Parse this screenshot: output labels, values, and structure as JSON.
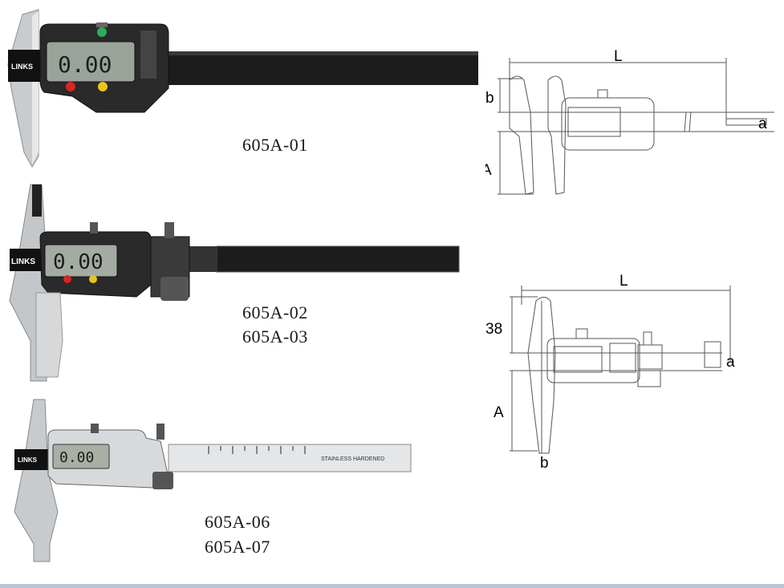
{
  "products": [
    {
      "models": [
        "605A-01"
      ],
      "brand": "LINKS",
      "display": "0.00"
    },
    {
      "models": [
        "605A-02",
        "605A-03"
      ],
      "brand": "LINKS",
      "display": "0.00"
    },
    {
      "models": [
        "605A-06",
        "605A-07"
      ],
      "brand": "LINKS",
      "display": "0.00",
      "scale_text": "STAINLESS  HARDENED"
    }
  ],
  "drawing1": {
    "L": "L",
    "b": "b",
    "A": "A",
    "a": "a"
  },
  "drawing2": {
    "L": "L",
    "b_value": "38",
    "A": "A",
    "a": "a",
    "b": "b"
  }
}
